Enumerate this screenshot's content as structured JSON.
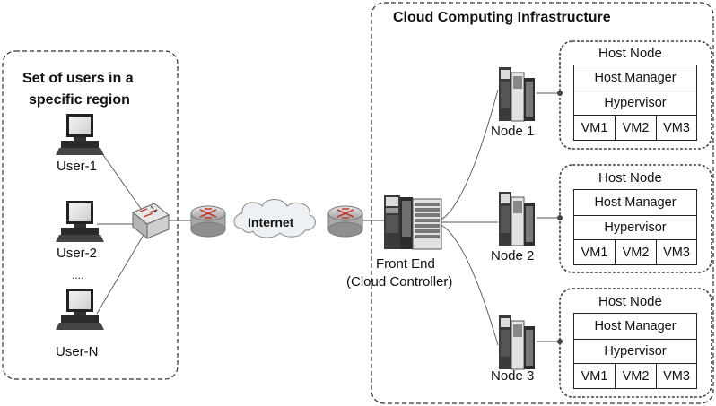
{
  "users_region": {
    "title_line1": "Set of users in a",
    "title_line2": "specific region",
    "users": [
      "User-1",
      "User-2",
      "User-N"
    ],
    "ellipsis": "...."
  },
  "network": {
    "internet_label": "Internet"
  },
  "cloud": {
    "title": "Cloud Computing Infrastructure",
    "front_end_line1": "Front End",
    "front_end_line2": "(Cloud Controller)",
    "nodes": [
      {
        "label": "Node 1",
        "host_title": "Host Node",
        "manager": "Host Manager",
        "hypervisor": "Hypervisor",
        "vms": [
          "VM1",
          "VM2",
          "VM3"
        ]
      },
      {
        "label": "Node 2",
        "host_title": "Host Node",
        "manager": "Host Manager",
        "hypervisor": "Hypervisor",
        "vms": [
          "VM1",
          "VM2",
          "VM3"
        ]
      },
      {
        "label": "Node 3",
        "host_title": "Host Node",
        "manager": "Host Manager",
        "hypervisor": "Hypervisor",
        "vms": [
          "VM1",
          "VM2",
          "VM3"
        ]
      }
    ]
  }
}
